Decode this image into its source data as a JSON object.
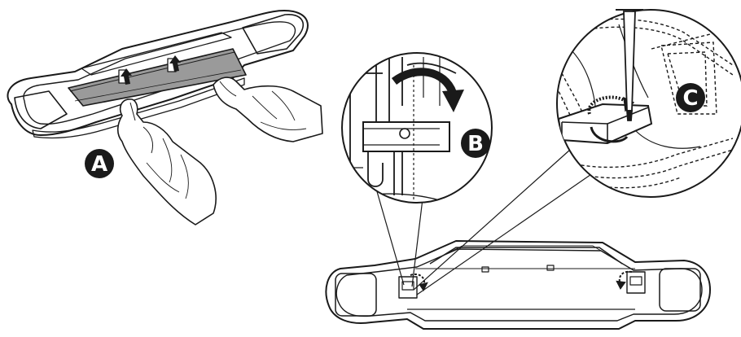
{
  "colors": {
    "line": "#1a1a1a",
    "panel": "#9a9a9a",
    "badge_fill": "#1a1a1a",
    "badge_text": "#ffffff",
    "background": "#ffffff"
  },
  "step_labels": {
    "a": "A",
    "b": "B",
    "c": "C"
  },
  "icons": [
    "up-arrow-icon",
    "curved-arrow-icon",
    "screwdriver-icon"
  ]
}
